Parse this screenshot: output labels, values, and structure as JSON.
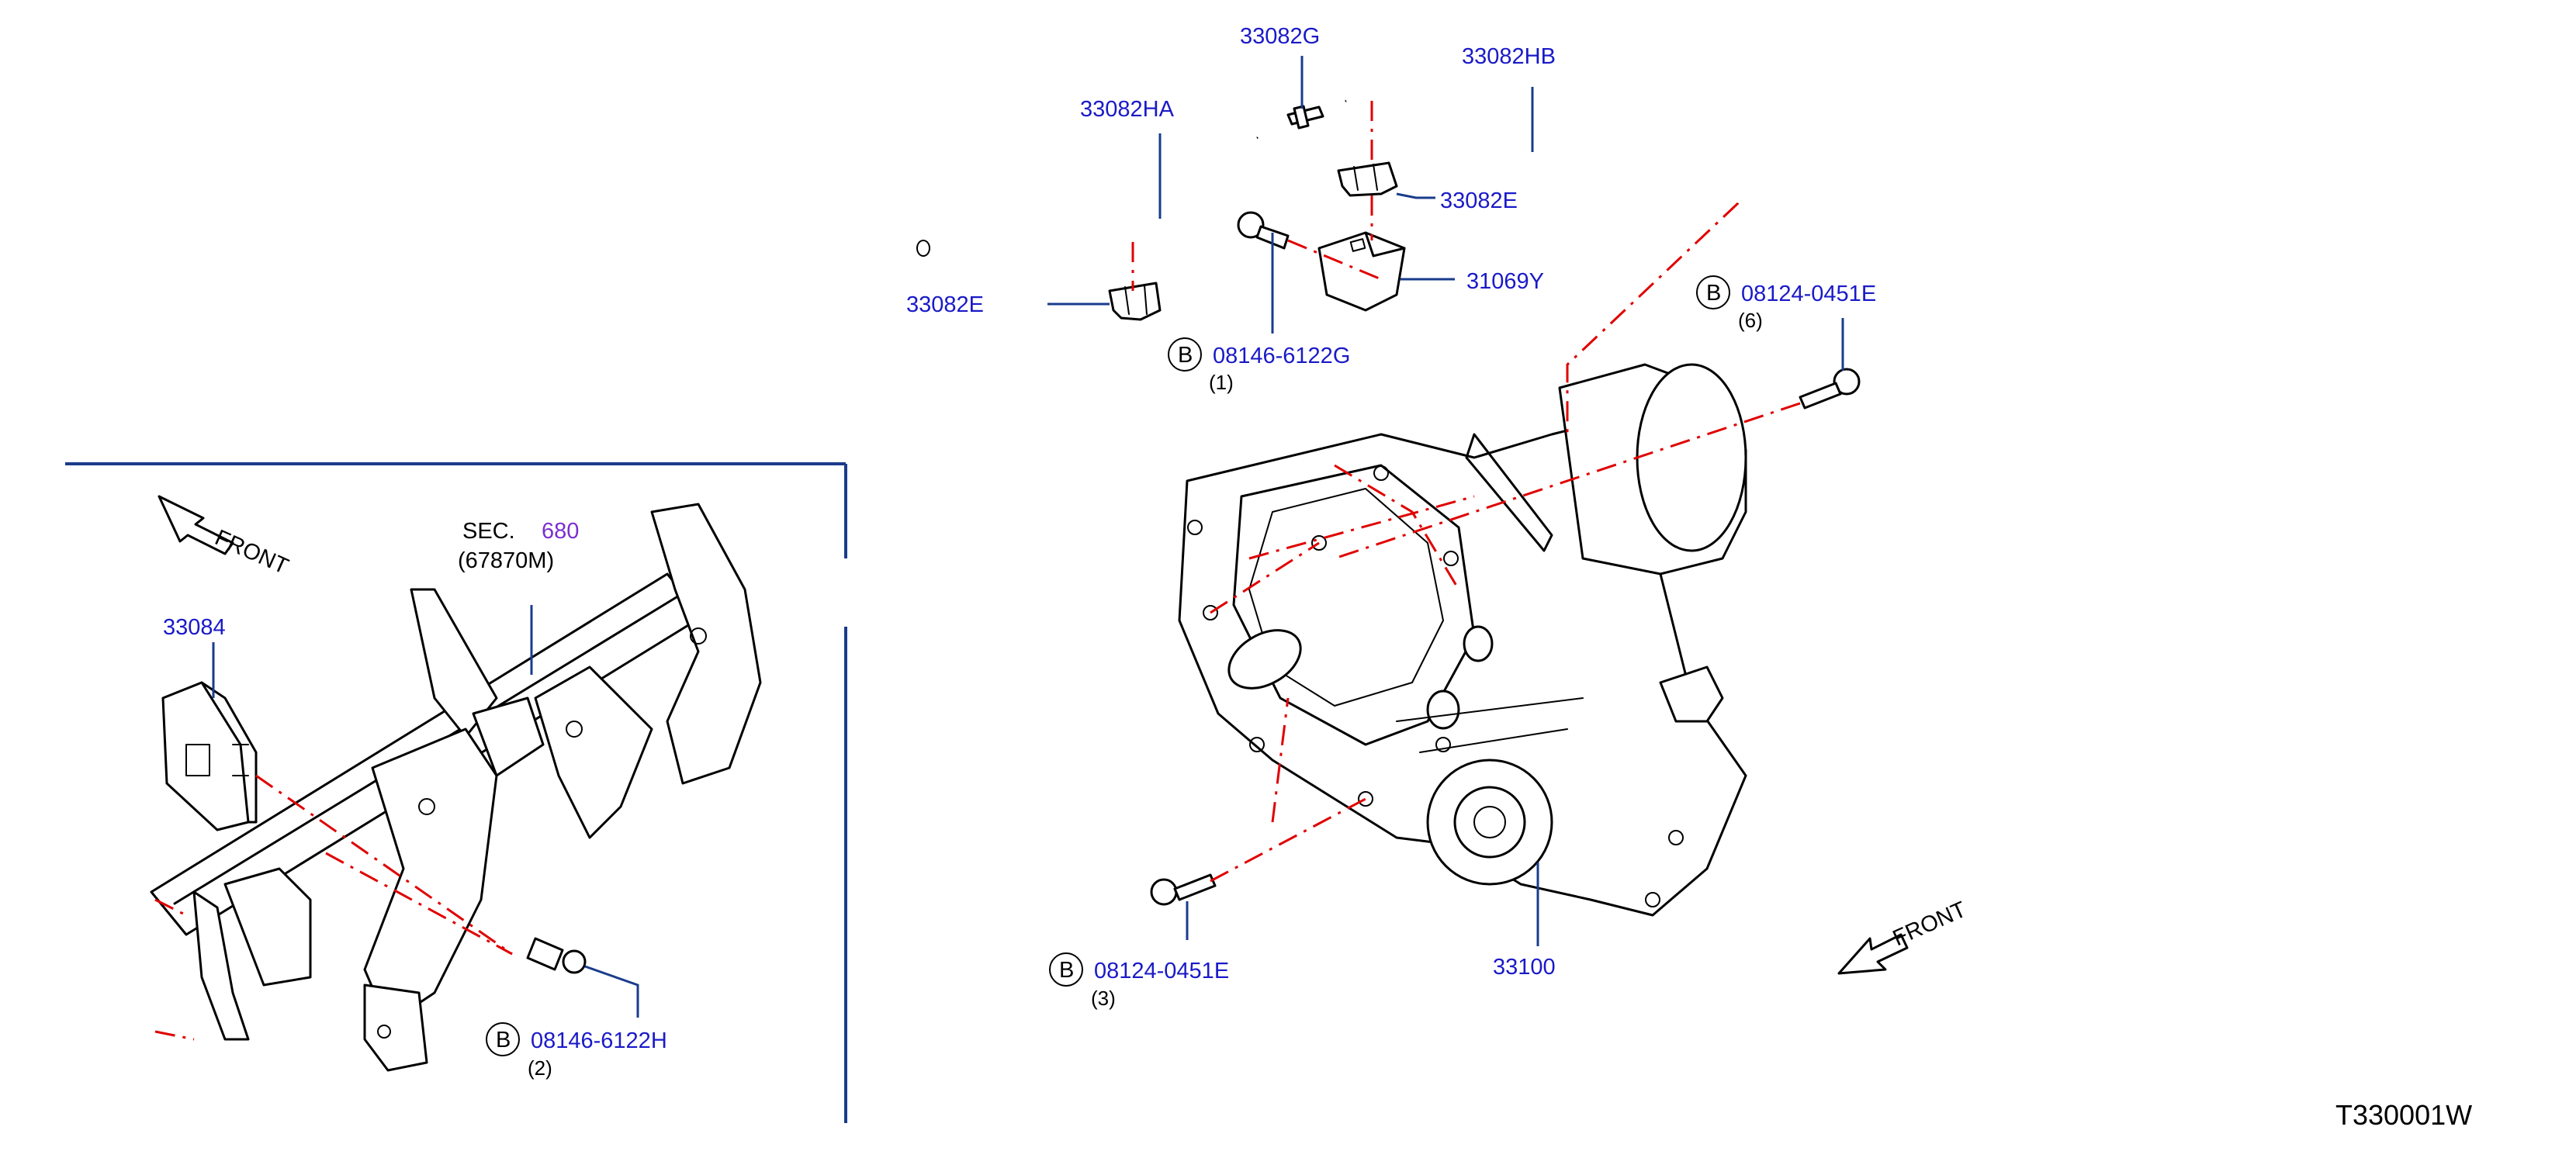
{
  "labels": {
    "hose_front": "33082HA",
    "connector": "33082G",
    "hose_rear": "33082HB",
    "clip_upper": "33082E",
    "clip_lower": "33082E",
    "bracket": "31069Y",
    "bolt1_code": "08146-6122G",
    "bolt1_qty": "(1)",
    "bolt6_code": "08124-0451E",
    "bolt6_qty": "(6)",
    "bolt3_code": "08124-0451E",
    "bolt3_qty": "(3)",
    "transfer": "33100",
    "control_unit": "33084",
    "bolt2_code": "08146-6122H",
    "bolt2_qty": "(2)",
    "sec_prefix": "SEC.",
    "sec_number": "680",
    "sec_ref": "(67870M)",
    "front_left": "FRONT",
    "front_right": "FRONT",
    "circle_letter": "B",
    "diagram_code": "T330001W"
  },
  "colors": {
    "part_number": "#1a1ac8",
    "phantom_line": "#e00000",
    "leader": "#1a3c8c",
    "section_ref": "#7b2fd0"
  }
}
